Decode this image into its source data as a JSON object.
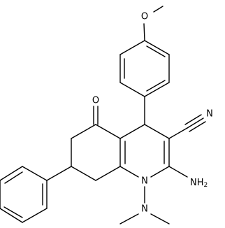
{
  "molecule": {
    "labels": {
      "methoxy_oxygen": "O",
      "ketone_oxygen": "O",
      "nitrile_nitrogen": "N",
      "amine": "NH",
      "amine_subscript": "2",
      "ring_nitrogen": "N",
      "dimethylamino_nitrogen": "N"
    },
    "colors": {
      "bond": "#000000",
      "text": "#000000",
      "background": "#ffffff"
    }
  }
}
